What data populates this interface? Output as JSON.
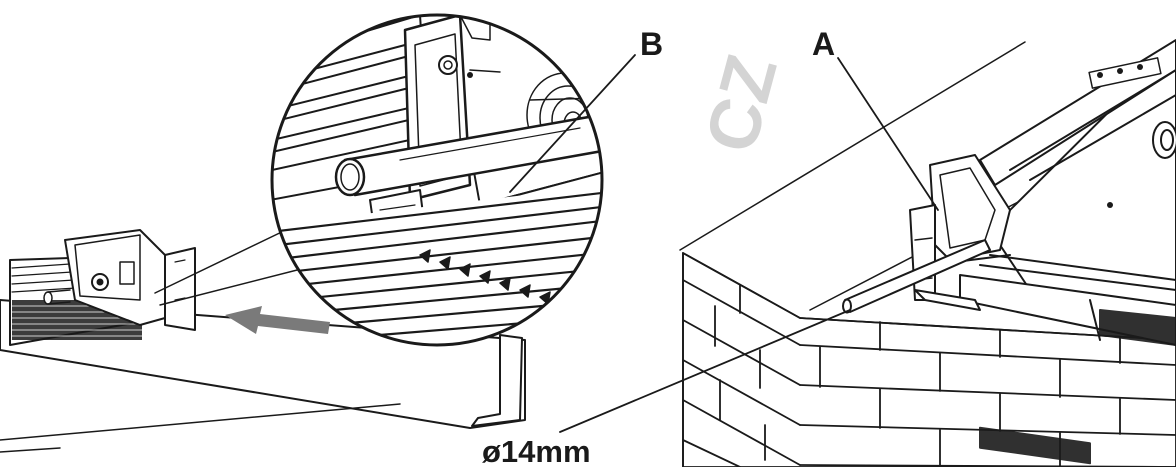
{
  "labels": {
    "part_a": "A",
    "part_b": "B",
    "diameter": "ø14mm"
  },
  "watermark": {
    "text": "CZ"
  },
  "colors": {
    "line": "#1a1a1a",
    "fill": "#ffffff",
    "watermark": "#d4d4d4"
  }
}
